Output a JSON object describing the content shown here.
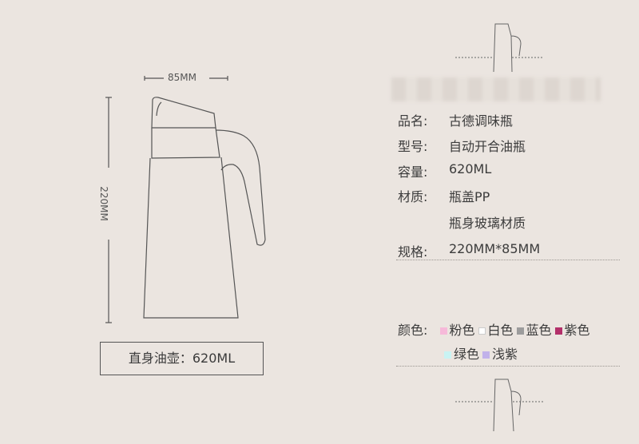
{
  "dimensions": {
    "width_label": "85MM",
    "height_label": "220MM"
  },
  "product_caption": "直身油壶：620ML",
  "specs": [
    {
      "label": "品名:",
      "value": "古德调味瓶"
    },
    {
      "label": "型号:",
      "value": "自动开合油瓶"
    },
    {
      "label": "容量:",
      "value": "620ML"
    },
    {
      "label": "材质:",
      "value": "瓶盖PP"
    },
    {
      "label": "",
      "value": "瓶身玻璃材质"
    },
    {
      "label": "规格:",
      "value": "220MM*85MM"
    }
  ],
  "colors": {
    "label": "颜色:",
    "options": [
      {
        "name": "粉色",
        "swatch": "#f6b9d9"
      },
      {
        "name": "白色",
        "swatch": "#ffffff"
      },
      {
        "name": "蓝色",
        "swatch": "#9c9c9c"
      },
      {
        "name": "紫色",
        "swatch": "#b3306a"
      },
      {
        "name": "绿色",
        "swatch": "#c9f3f3"
      },
      {
        "name": "浅紫",
        "swatch": "#c1b2ea"
      }
    ]
  }
}
